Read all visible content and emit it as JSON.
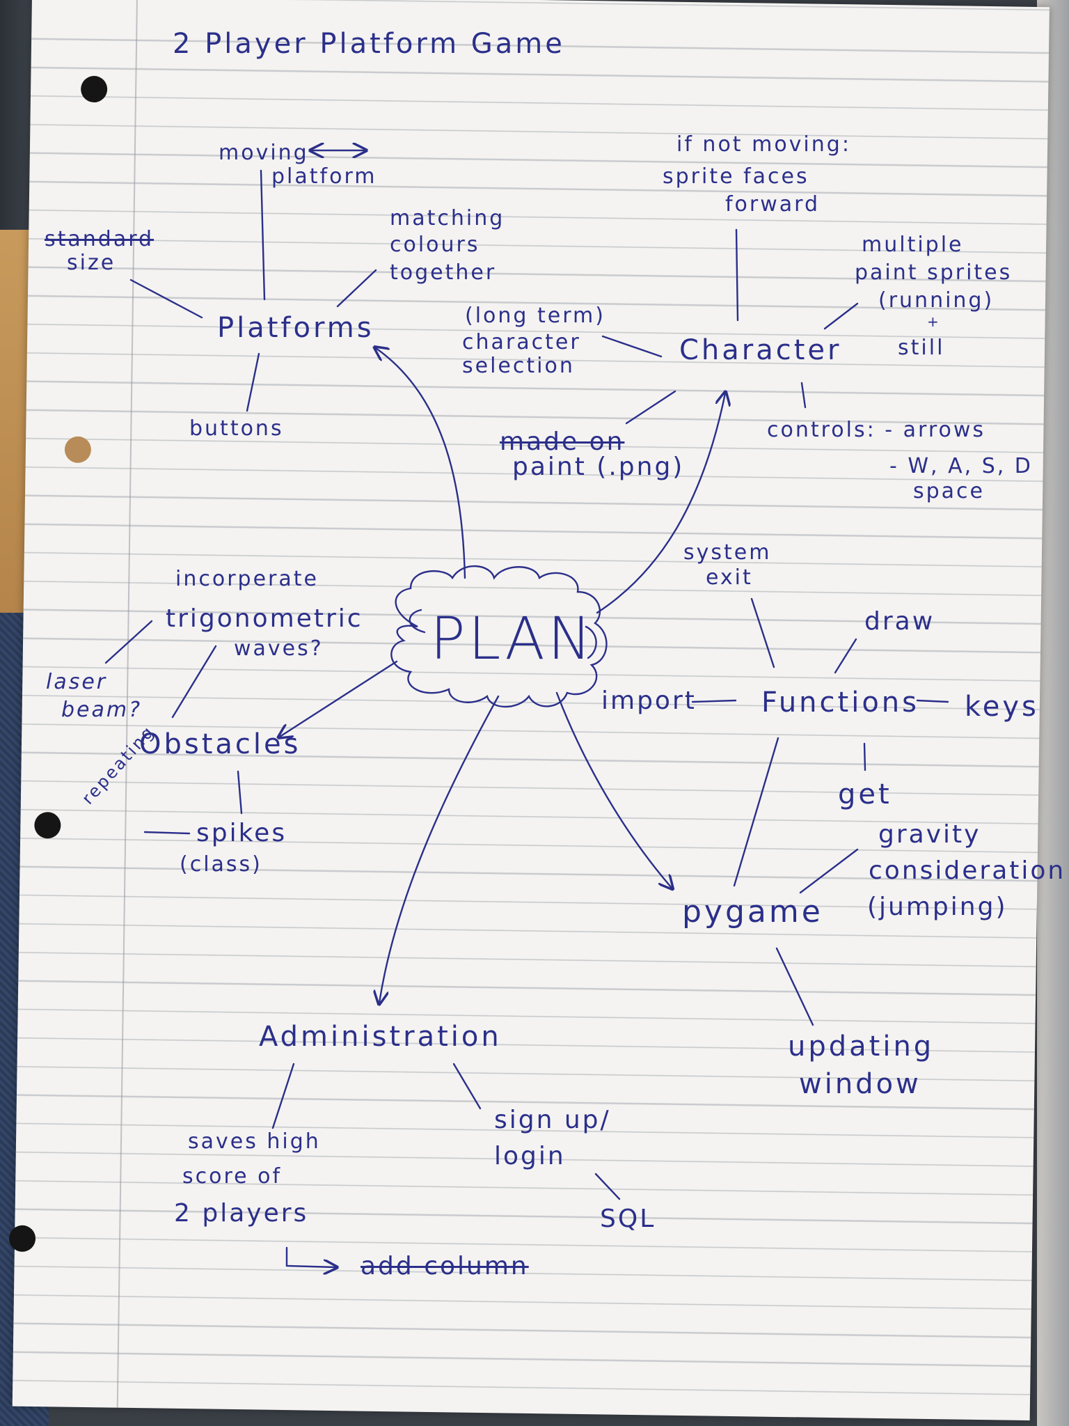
{
  "title": "2 Player Platform Game",
  "center": "PLAN",
  "platforms": {
    "label": "Platforms",
    "moving": "moving",
    "moving_arrow": "⟷",
    "moving2": "platform",
    "standard1": "standard",
    "standard2": "size",
    "matching1": "matching",
    "matching2": "colours",
    "matching3": "together",
    "buttons": "buttons"
  },
  "character": {
    "label": "Character",
    "ifnot1": "if not moving:",
    "ifnot2": "sprite faces",
    "ifnot3": "forward",
    "multi1": "multiple",
    "multi2": "paint sprites",
    "multi3": "(running)",
    "multi4": "+",
    "multi5": "still",
    "long1": "(long term)",
    "long2": "character",
    "long3": "selection",
    "made1": "made on",
    "made2": "paint (.png)",
    "controls1": "controls: - arrows",
    "controls2": "- W, A, S, D",
    "controls3": "space"
  },
  "obstacles": {
    "label": "Obstacles",
    "trig1": "incorperate",
    "trig2": "trigonometric",
    "trig3": "waves?",
    "laser1": "laser",
    "laser2": "beam?",
    "repeating": "repeating",
    "spikes1": "spikes",
    "spikes2": "(class)"
  },
  "functions": {
    "label": "Functions",
    "system1": "system",
    "system2": "exit",
    "draw": "draw",
    "import": "import",
    "keys": "keys",
    "get": "get"
  },
  "pygame": {
    "label": "pygame",
    "gravity1": "gravity",
    "gravity2": "consideration",
    "gravity3": "(jumping)",
    "updating1": "updating",
    "updating2": "window"
  },
  "administration": {
    "label": "Administration",
    "saves1": "saves high",
    "saves2": "score of",
    "saves3": "2 players",
    "add_column": "add column",
    "signup1": "sign up/",
    "signup2": "login",
    "sql": "SQL"
  },
  "colors": {
    "ink": "#2b2f8a",
    "paper": "#f4f3f1"
  }
}
